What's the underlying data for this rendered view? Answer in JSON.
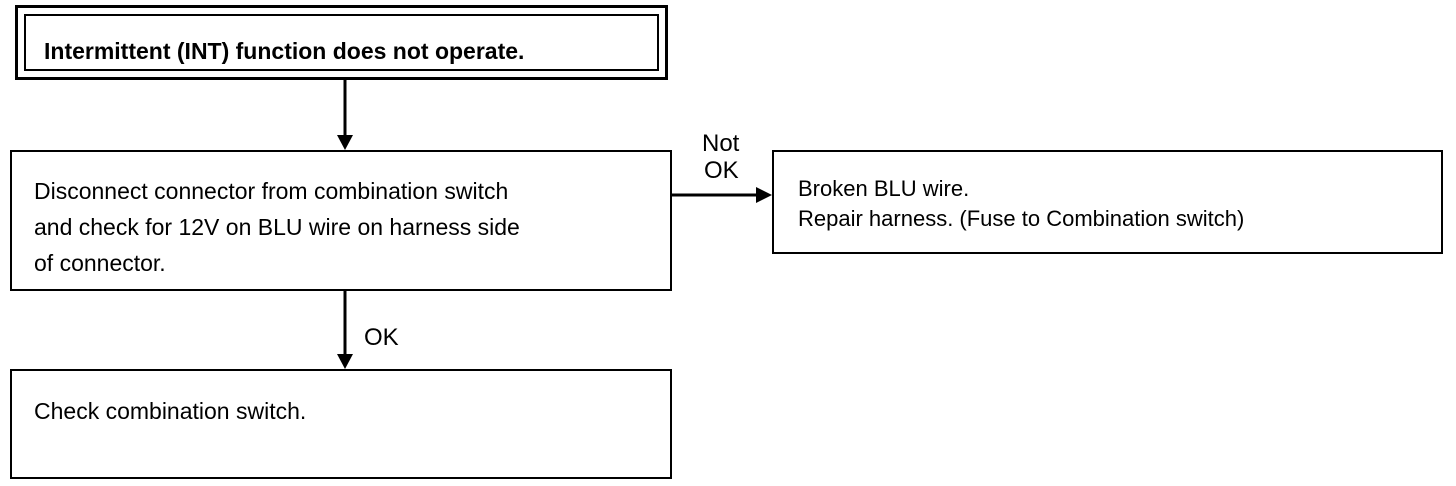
{
  "flowchart": {
    "start": {
      "text": "Intermittent (INT) function does not operate."
    },
    "check_step": {
      "lines": "Disconnect connector from combination switch\nand check for 12V on BLU wire on harness side\nof connector."
    },
    "not_ok_result": {
      "line1": "Broken BLU wire.",
      "line2": "Repair harness. (Fuse to Combination switch)"
    },
    "ok_result": {
      "text": "Check combination switch."
    },
    "labels": {
      "not_ok_line1": "Not",
      "not_ok_line2": "OK",
      "ok": "OK"
    }
  }
}
